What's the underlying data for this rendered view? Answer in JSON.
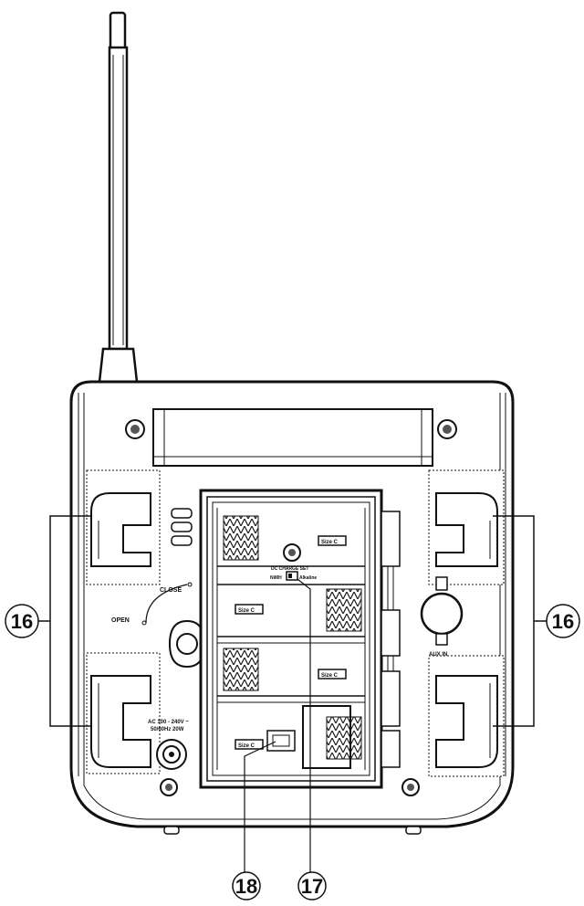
{
  "callouts": {
    "handle_left": "16",
    "handle_right": "16",
    "dc_switch": "17",
    "battery_type_socket": "18"
  },
  "labels": {
    "close": "CLOSE",
    "open": "OPEN",
    "aux_in": "AUX IN",
    "ac_power_line1": "AC 100 - 240V ~",
    "ac_power_line2": "50/60Hz 20W",
    "battery_size_1": "Size C",
    "battery_size_2": "Size C",
    "battery_size_3": "Size C",
    "battery_size_4": "Size C",
    "dc_switch_title": "DC CHARGE SET",
    "dc_switch_left": "NiMH",
    "dc_switch_right": "Alkaline"
  }
}
